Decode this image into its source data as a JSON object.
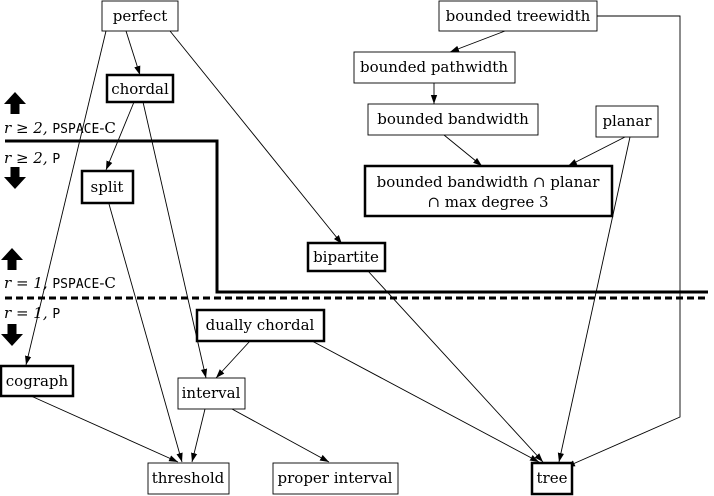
{
  "nodes": {
    "perfect": "perfect",
    "chordal": "chordal",
    "split": "split",
    "bipartite": "bipartite",
    "cograph": "cograph",
    "dually_chordal": "dually chordal",
    "interval": "interval",
    "threshold": "threshold",
    "proper_interval": "proper interval",
    "tree": "tree",
    "bounded_treewidth": "bounded treewidth",
    "bounded_pathwidth": "bounded pathwidth",
    "bounded_bandwidth": "bounded bandwidth",
    "planar": "planar",
    "bb_planar_line1": "bounded bandwidth ∩ planar",
    "bb_planar_line2": "∩ max degree 3"
  },
  "regions": {
    "r2_upper_math": "r ≥ 2, ",
    "r2_upper_class": "PSPACE",
    "r2_upper_suffix": "-C",
    "r2_lower_math": "r ≥ 2, ",
    "r2_lower_class": "P",
    "r1_upper_math": "r = 1, ",
    "r1_upper_class": "PSPACE",
    "r1_upper_suffix": "-C",
    "r1_lower_math": "r = 1, ",
    "r1_lower_class": "P"
  },
  "colors": {
    "stroke": "#000000",
    "box_fill": "#ffffff"
  }
}
